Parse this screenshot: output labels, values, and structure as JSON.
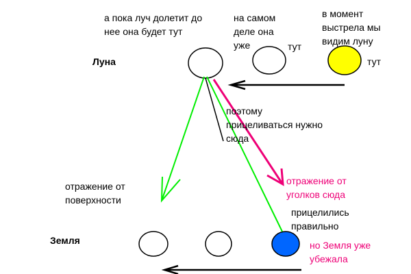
{
  "labels": {
    "moon": "Луна",
    "earth": "Земля",
    "reflection_surface": [
      "отражение от",
      "поверхности"
    ],
    "reflection_corners": [
      "отражение от",
      "уголков сюда"
    ],
    "aimed_right": [
      "прицелились",
      "правильно"
    ],
    "earth_ran": [
      "но Земля уже",
      "убежала"
    ],
    "aim_here": [
      "поэтому",
      "прицеливаться нужно",
      "сюда"
    ],
    "moon_future": [
      "а пока луч долетит до",
      "нее она будет  тут"
    ],
    "moon_actual": [
      "на самом",
      "деле она",
      "уже"
    ],
    "moon_actual_here": "тут",
    "moon_seen": [
      "в момент",
      "выстрела мы",
      "видим луну"
    ],
    "moon_seen_here": "тут"
  },
  "colors": {
    "outline": "#000000",
    "moon_fill": "#ffff00",
    "earth_fill": "#0066ff",
    "green_line": "#00ee00",
    "magenta_line": "#ee0077",
    "magenta_text": "#ee0077",
    "text": "#000000"
  }
}
